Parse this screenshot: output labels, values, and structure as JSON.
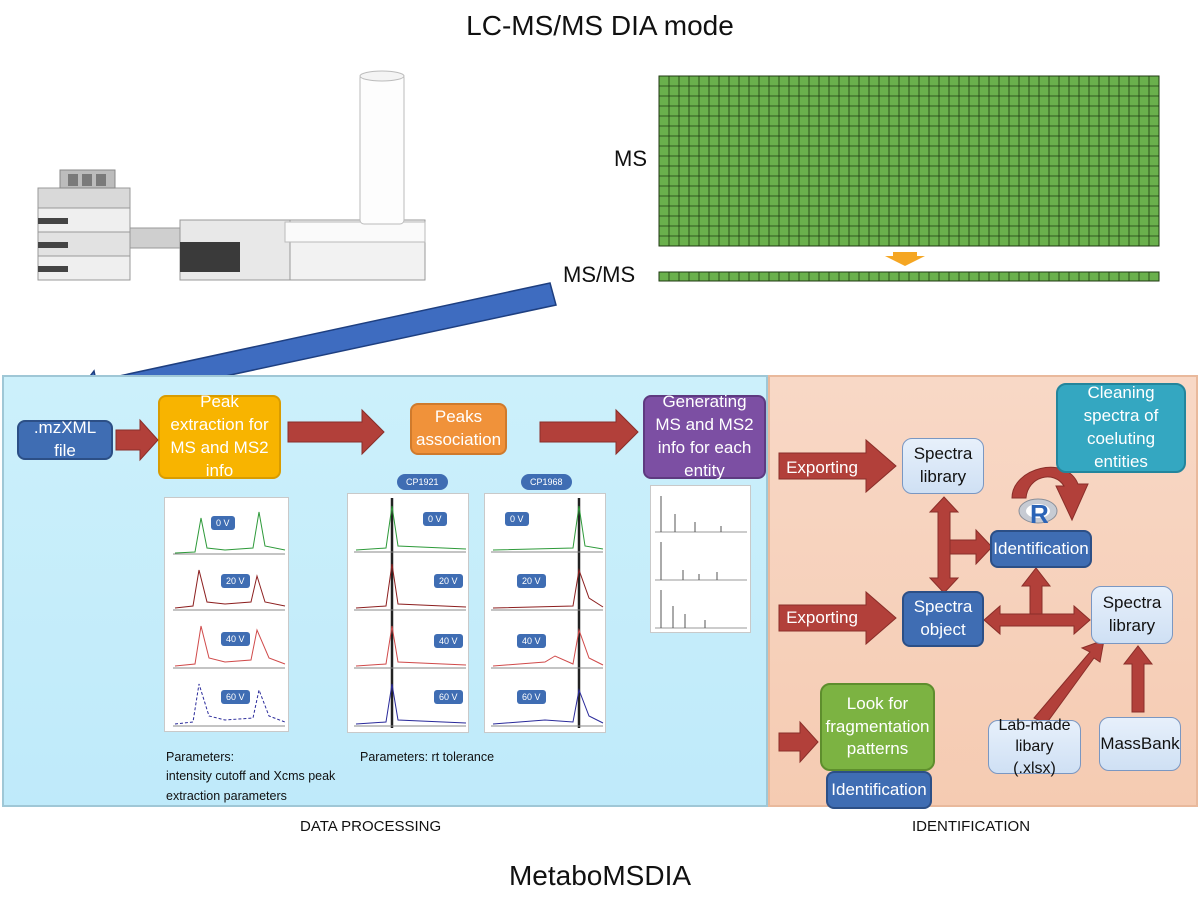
{
  "titles": {
    "top": "LC-MS/MS DIA mode",
    "bottom": "MetaboMSDIA"
  },
  "grid_labels": {
    "ms": "MS",
    "msms": "MS/MS"
  },
  "sections": {
    "processing": "DATA PROCESSING",
    "identification": "IDENTIFICATION"
  },
  "processing_boxes": {
    "mzxml": ".mzXML file",
    "peak_extraction": "Peak extraction for MS and MS2 info",
    "peaks_association": "Peaks association",
    "generating": "Generating MS and MS2 info for each entity"
  },
  "parameters": {
    "left_title": "Parameters:",
    "left_line1": "intensity cutoff and Xcms peak",
    "left_line2": "extraction parameters",
    "mid": "Parameters: rt tolerance"
  },
  "identification_boxes": {
    "exporting_top": "Exporting",
    "exporting_bottom": "Exporting",
    "spectra_library_top": "Spectra library",
    "spectra_object": "Spectra object",
    "identification_r": "Identification",
    "spectra_library_right": "Spectra library",
    "cleaning": "Cleaning spectra of coeluting entities",
    "look_for": "Look for fragmentation patterns",
    "identification_bottom": "Identification",
    "lab_made": "Lab-made libary (.xlsx)",
    "massbank": "MassBank",
    "r_logo": "R"
  },
  "chart_tags": {
    "cp_left": "CP1921",
    "cp_right": "CP1968",
    "voltages": [
      "0 V",
      "20 V",
      "40 V",
      "60 V"
    ]
  },
  "colors": {
    "grid_green": "#6ab04c",
    "processing_bg": "#c6eefa",
    "identification_bg": "#f7d2bd",
    "arrow_red": "#b2403a",
    "arrow_blue": "#3e6cc0",
    "orange_arrow": "#f5a623",
    "yellow_box": "#f8b400",
    "orange_box": "#f0923a",
    "purple_box": "#7c4fa3",
    "teal_box": "#34a7c1",
    "green_box": "#7cb342",
    "blue_box": "#3f6db3"
  }
}
